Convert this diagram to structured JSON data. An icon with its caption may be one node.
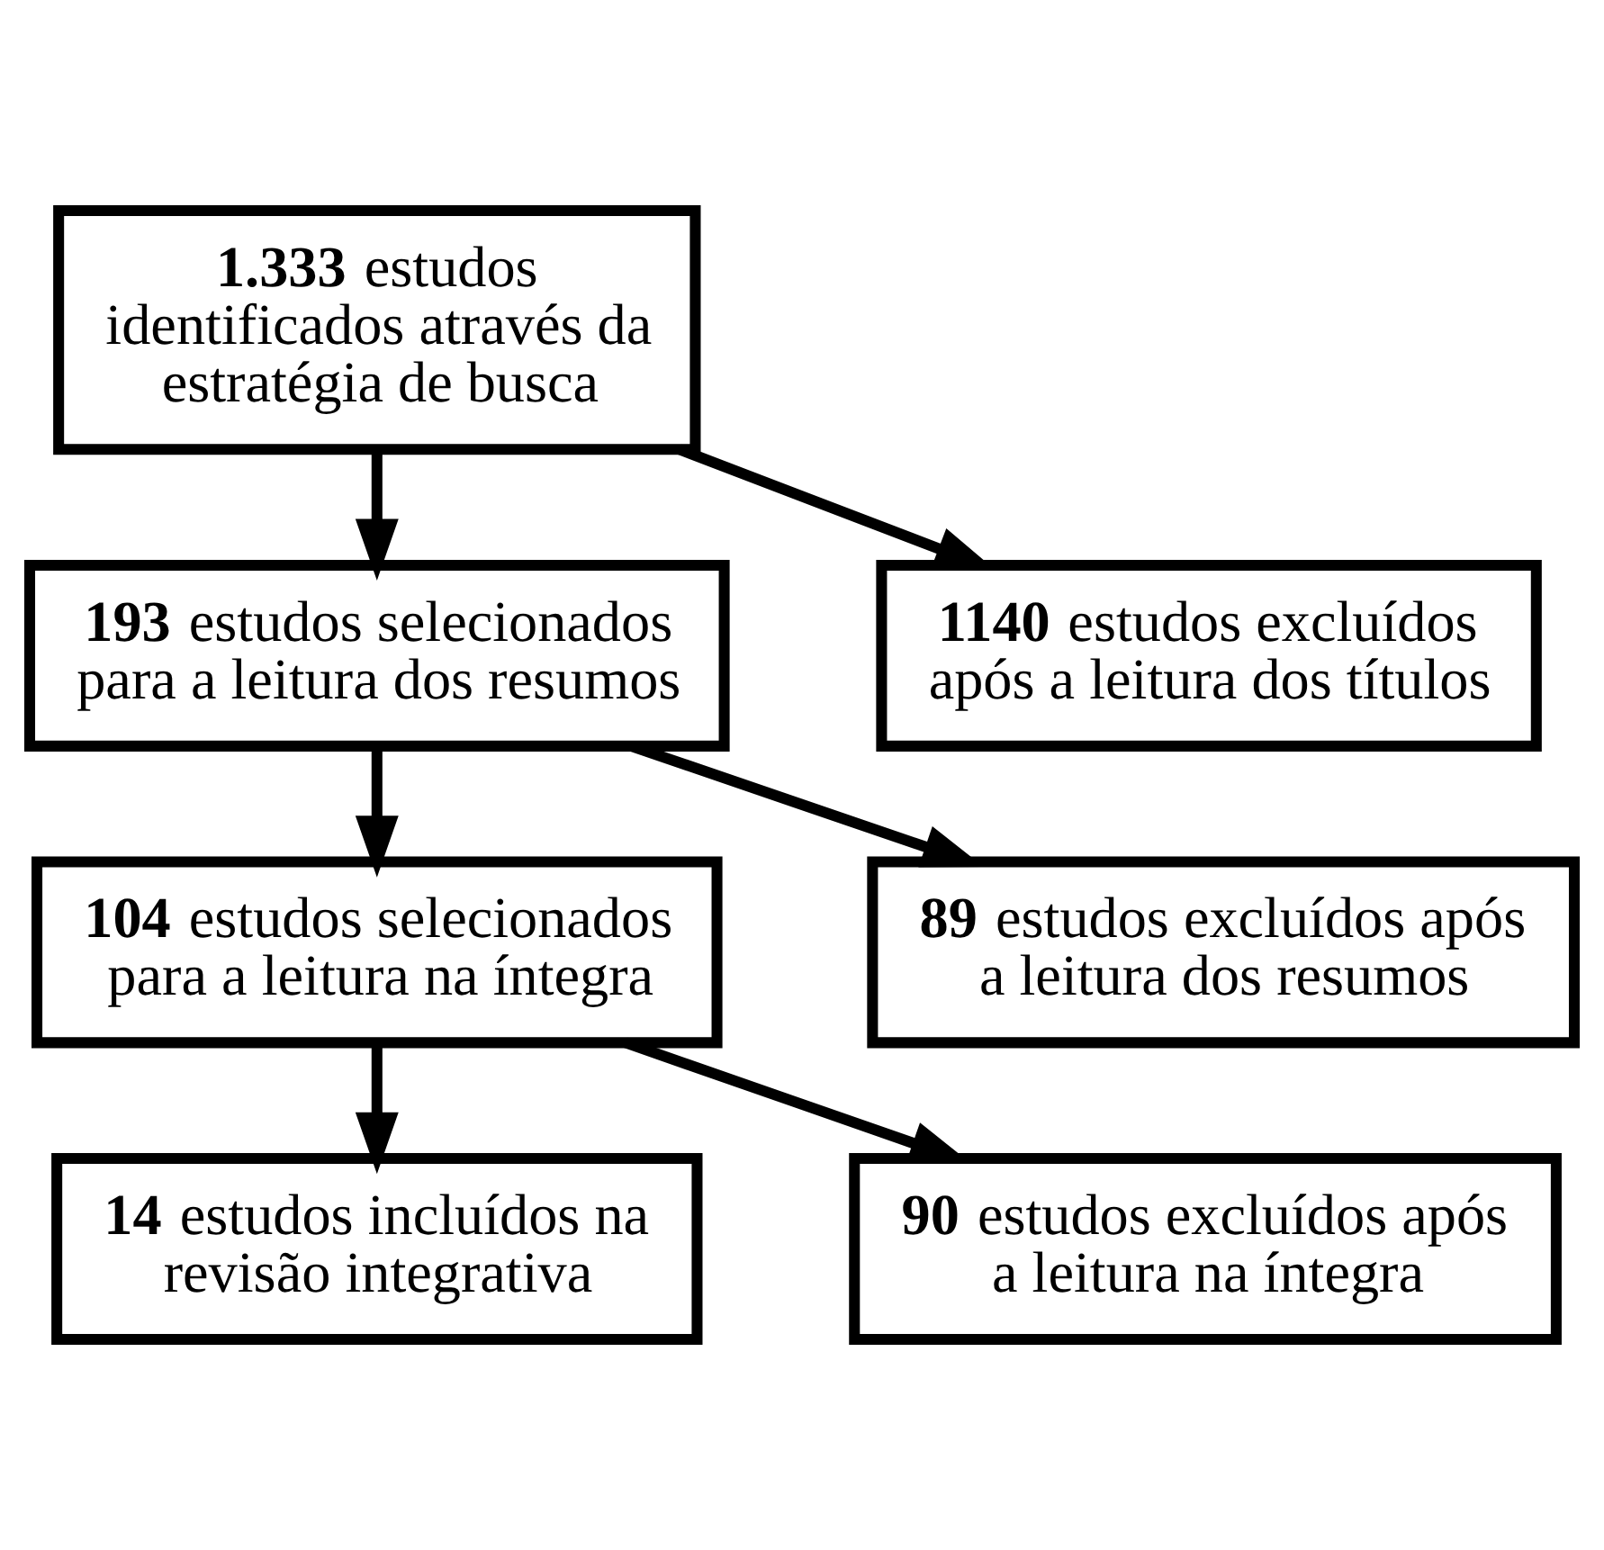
{
  "diagram": {
    "nodes": [
      {
        "text": [
          "**1.333** estudos identificados através da estratégia de busca"
        ]
      },
      {
        "text": [
          "**193** estudos selecionados para a leitura dos resumos"
        ]
      },
      {
        "text": [
          "**104** estudos selecionados para a leitura na íntegra"
        ]
      },
      {
        "text": [
          "**14** estudos incluídos na revisão integrativa"
        ]
      },
      {
        "text": [
          "**1140** estudos excluídos após a leitura dos títulos"
        ]
      },
      {
        "text": [
          "**89** estudos excluídos após a leitura dos resumos"
        ]
      },
      {
        "text": [
          "**90** estudos excluídos após a leitura na íntegra"
        ]
      }
    ],
    "edges": [
      {
        "from": 0,
        "to": 1,
        "arrow": "to"
      },
      {
        "from": 0,
        "to": 4,
        "arrow": "to"
      },
      {
        "from": 1,
        "to": 2,
        "arrow": "to"
      },
      {
        "from": 1,
        "to": 5,
        "arrow": "to"
      },
      {
        "from": 2,
        "to": 3,
        "arrow": "to"
      },
      {
        "from": 2,
        "to": 6,
        "arrow": "to"
      }
    ]
  }
}
